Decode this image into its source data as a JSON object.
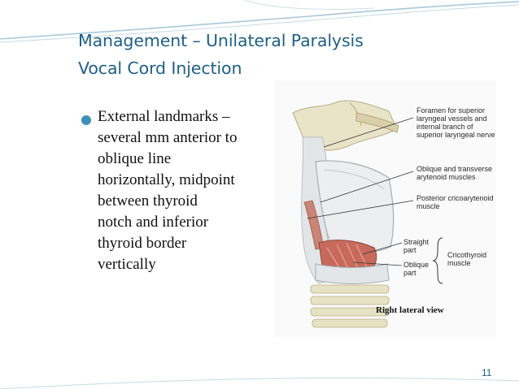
{
  "slide": {
    "title_line1": "Management – Unilateral Paralysis",
    "title_line2": "Vocal Cord Injection",
    "bullet_lines": [
      "External landmarks –",
      "several mm anterior to",
      "oblique line",
      "horizontally, midpoint",
      "between thyroid",
      "notch and inferior",
      "thyroid border",
      "vertically"
    ],
    "slide_number": "11"
  },
  "figure": {
    "labels": {
      "foramen_1": "Foramen for superior",
      "foramen_2": "laryngeal vessels and",
      "foramen_3": "internal branch of",
      "foramen_4": "superior laryngeal nerve",
      "oblique_1": "Oblique and transverse",
      "oblique_2": "arytenoid muscles",
      "posterior_1": "Posterior cricoarytenoid",
      "posterior_2": "muscle",
      "straight_1": "Straight",
      "straight_2": "part",
      "oblique_part_1": "Oblique",
      "oblique_part_2": "part",
      "cricothyroid_1": "Cricothyroid",
      "cricothyroid_2": "muscle",
      "view": "Right lateral view"
    }
  },
  "colors": {
    "title": "#1f5f86",
    "bullet": "#3e90b9",
    "decor_line": "#a9c8da",
    "cartilage": "#e6e8ea",
    "muscle": "#c76a5c"
  }
}
